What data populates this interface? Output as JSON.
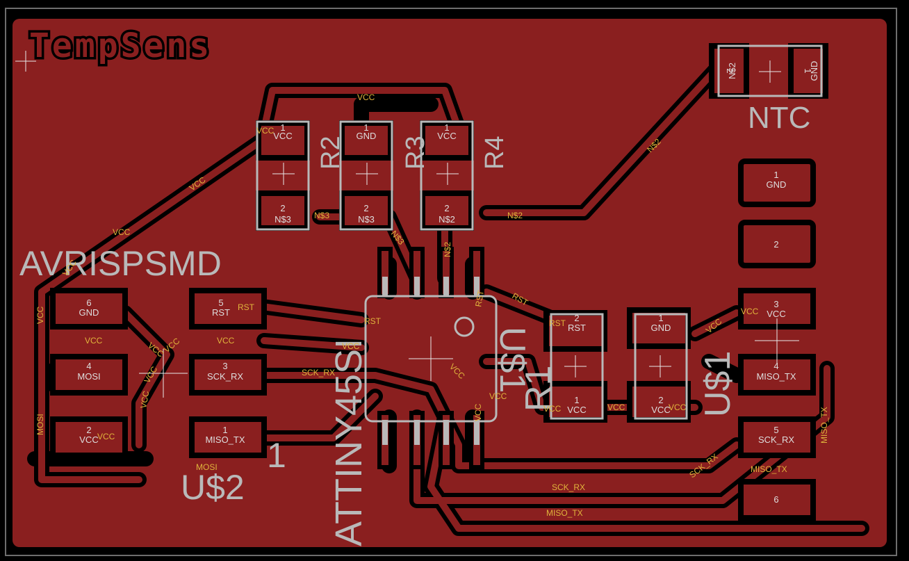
{
  "board": {
    "title": "TempSens",
    "colors": {
      "copper": "#8a1f1f",
      "background": "#000000",
      "silkscreen": "#b9b9b9",
      "signal_label": "#e0b43c",
      "outline": "#6e6e6e"
    }
  },
  "components": {
    "r2": "R2",
    "r3": "R3",
    "r4": "R4",
    "ntc": "NTC",
    "avrisp": "AVRISPSMD",
    "usb2": "U$2",
    "pin1": "1",
    "attiny": "ATTINY45SI",
    "r1": "R1",
    "usb1_rot": "U$1",
    "usb1": "U$1"
  },
  "pads": {
    "r2_1": {
      "num": "1",
      "name": "VCC"
    },
    "r2_2": {
      "num": "2",
      "name": "N$3"
    },
    "r3_1": {
      "num": "1",
      "name": "GND"
    },
    "r3_2": {
      "num": "2",
      "name": "N$3"
    },
    "r4_1": {
      "num": "1",
      "name": "VCC"
    },
    "r4_2": {
      "num": "2",
      "name": "N$2"
    },
    "ntc_1": {
      "num": "1",
      "name": "GND"
    },
    "ntc_2": {
      "num": "2",
      "name": "N$2"
    },
    "hdr_1": {
      "num": "1",
      "name": "GND"
    },
    "hdr_2": {
      "num": "2"
    },
    "hdr_3": {
      "num": "3",
      "name": "VCC"
    },
    "hdr_4": {
      "num": "4",
      "name": "MISO_TX"
    },
    "hdr_5": {
      "num": "5",
      "name": "SCK_RX"
    },
    "hdr_6": {
      "num": "6"
    },
    "isp_6": {
      "num": "6",
      "name": "GND"
    },
    "isp_5": {
      "num": "5",
      "name": "RST"
    },
    "isp_4": {
      "num": "4",
      "name": "MOSI"
    },
    "isp_3": {
      "num": "3",
      "name": "SCK_RX"
    },
    "isp_2": {
      "num": "2",
      "name": "VCC"
    },
    "isp_1": {
      "num": "1",
      "name": "MISO_TX"
    },
    "r1_2": {
      "num": "2",
      "name": "RST"
    },
    "r1_1": {
      "num": "1",
      "name": "VCC"
    },
    "c1_1": {
      "num": "1",
      "name": "GND"
    },
    "c1_2": {
      "num": "2",
      "name": "VCC"
    }
  },
  "signals": {
    "vcc_top": "VCC",
    "vcc_r2": "VCC",
    "vcc_diag": "VCC",
    "vcc_left1": "VCC",
    "vcc_left2": "VCC",
    "vcc_left3": "VCC",
    "vcc_mid1": "VCC",
    "vcc_mid2": "VCC",
    "vcc_x1": "VCC",
    "vcc_x2": "VCC",
    "vcc_x3": "VCC",
    "vcc_isp2": "VCC",
    "n3_a": "N$3",
    "n3_b": "N$3",
    "n2_a": "N$2",
    "n2_b": "N$2",
    "n2_c": "N$2",
    "rst_a": "RST",
    "rst_b": "RST",
    "rst_c": "RST",
    "rst_d": "RST",
    "rst_e": "RST",
    "sck_a": "SCK_RX",
    "sck_b": "SCK_RX",
    "sck_c": "SCK_RX",
    "miso_a": "MISO_TX",
    "miso_b": "MISO_TX",
    "miso_c": "MISO_TX",
    "mosi_a": "MOSI",
    "mosi_b": "MOSI",
    "vcc_u1": "VCC",
    "vcc_ic": "VCC",
    "vcc_ic2": "VCC",
    "vcc_r1": "VCC",
    "vcc_c1": "VCC",
    "vcc_hdr": "VCC",
    "vcc_ic3": "VCC"
  }
}
